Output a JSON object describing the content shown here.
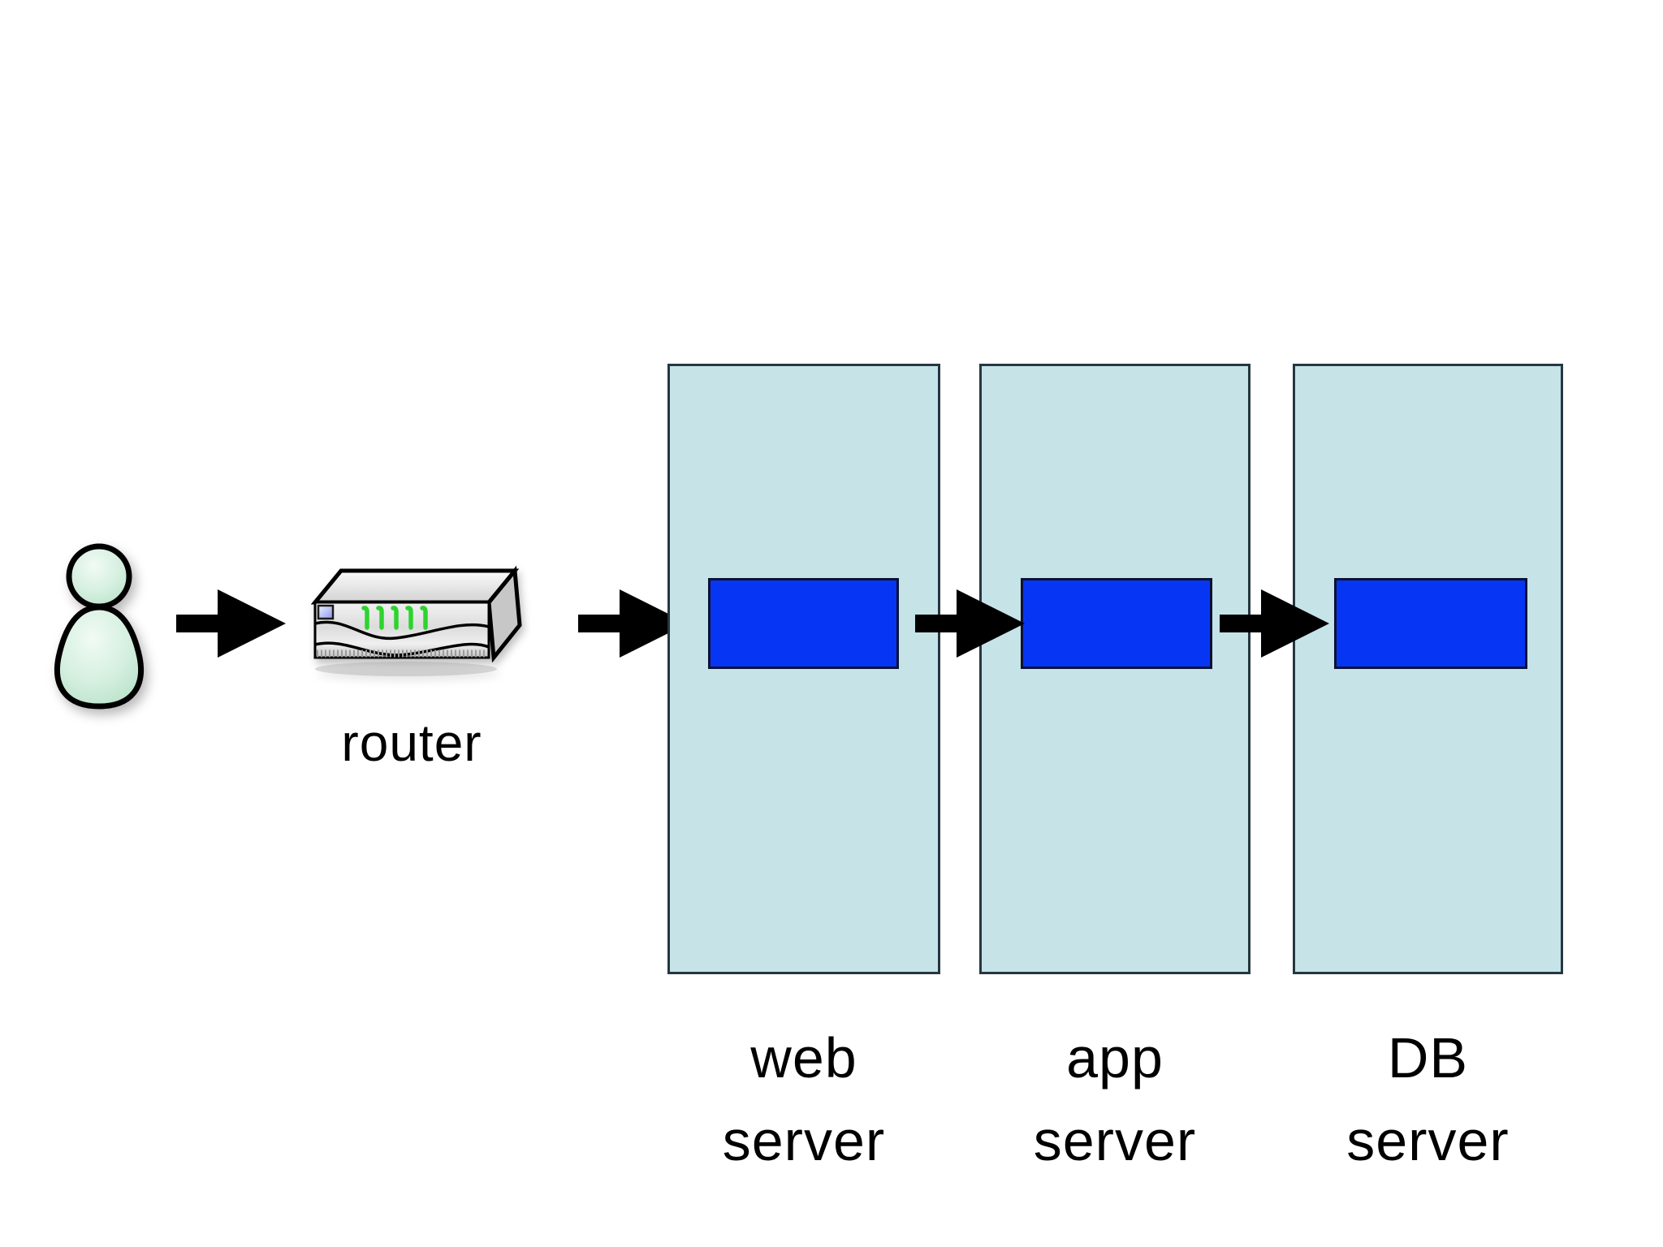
{
  "diagram": {
    "router_label": "router",
    "tiers": [
      {
        "name": "web-server-tier",
        "label_lines": [
          "web",
          "server"
        ]
      },
      {
        "name": "app-server-tier",
        "label_lines": [
          "app",
          "server"
        ]
      },
      {
        "name": "db-server-tier",
        "label_lines": [
          "DB",
          "server"
        ]
      }
    ],
    "icons": {
      "user": "user-icon",
      "router": "router-icon",
      "flow": "right-arrow-icon"
    },
    "colors": {
      "background": "#ffffff",
      "panel_fill": "#c6e3e8",
      "panel_border": "#253740",
      "process_fill": "#0636f4",
      "process_border": "#0d1133",
      "arrow": "#000000",
      "text": "#000000",
      "led_green": "#2ed32e",
      "person_fill": "#c3e8d1",
      "screen_blue": "#8b97ea"
    }
  }
}
